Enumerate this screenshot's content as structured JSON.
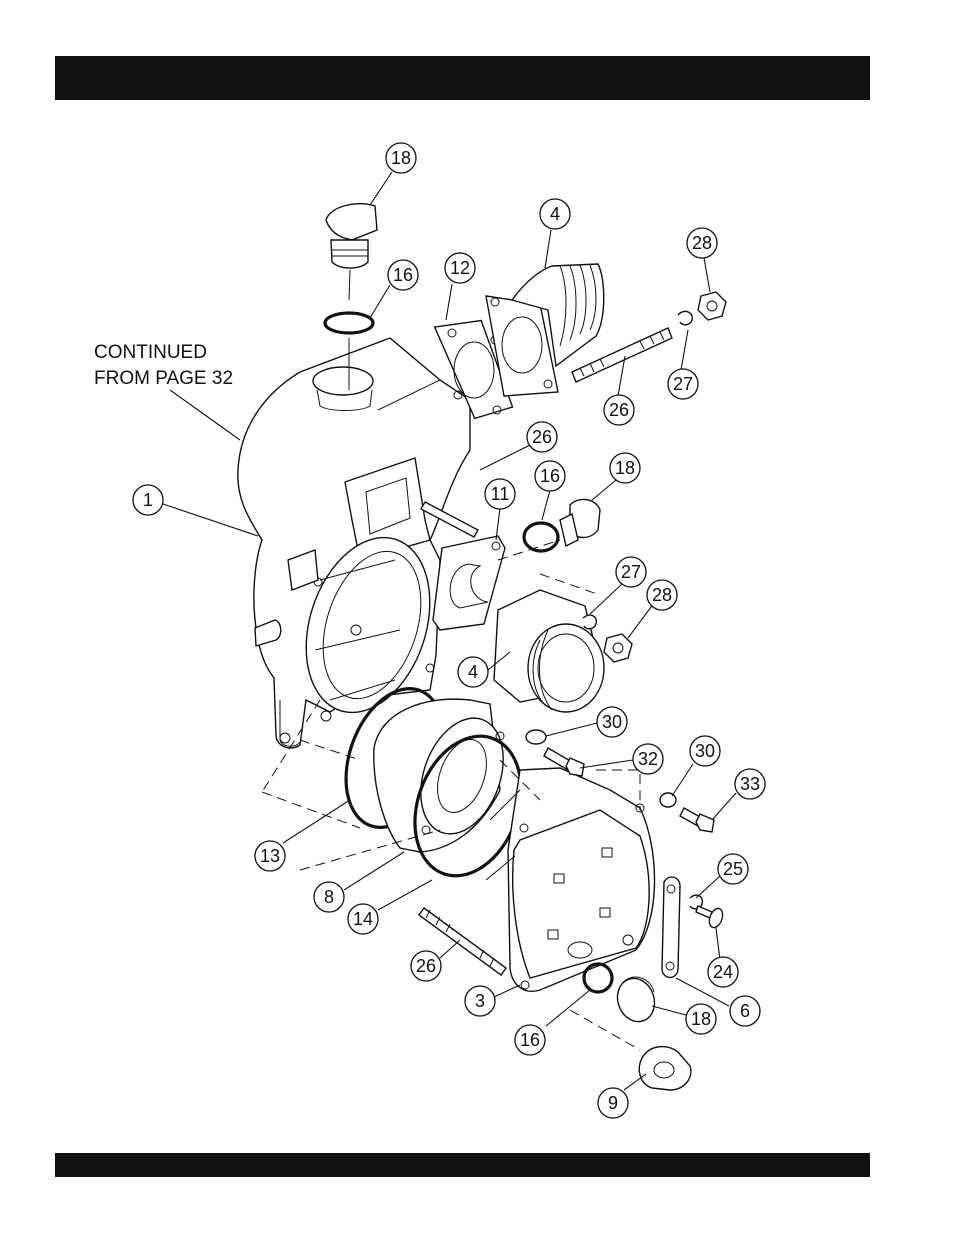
{
  "note": {
    "line1": "CONTINUED",
    "line2": "FROM PAGE 32"
  },
  "callouts": [
    {
      "id": "c1",
      "label": "18"
    },
    {
      "id": "c2",
      "label": "4"
    },
    {
      "id": "c3",
      "label": "28"
    },
    {
      "id": "c4",
      "label": "12"
    },
    {
      "id": "c5",
      "label": "16"
    },
    {
      "id": "c6",
      "label": "27"
    },
    {
      "id": "c7",
      "label": "26"
    },
    {
      "id": "c8",
      "label": "26"
    },
    {
      "id": "c9",
      "label": "1"
    },
    {
      "id": "c10",
      "label": "16"
    },
    {
      "id": "c11",
      "label": "18"
    },
    {
      "id": "c12",
      "label": "11"
    },
    {
      "id": "c13",
      "label": "27"
    },
    {
      "id": "c14",
      "label": "28"
    },
    {
      "id": "c15",
      "label": "4"
    },
    {
      "id": "c16",
      "label": "30"
    },
    {
      "id": "c17",
      "label": "32"
    },
    {
      "id": "c18",
      "label": "30"
    },
    {
      "id": "c19",
      "label": "33"
    },
    {
      "id": "c20",
      "label": "25"
    },
    {
      "id": "c21",
      "label": "13"
    },
    {
      "id": "c22",
      "label": "8"
    },
    {
      "id": "c23",
      "label": "14"
    },
    {
      "id": "c24",
      "label": "24"
    },
    {
      "id": "c25",
      "label": "26"
    },
    {
      "id": "c26",
      "label": "3"
    },
    {
      "id": "c27",
      "label": "6"
    },
    {
      "id": "c28",
      "label": "18"
    },
    {
      "id": "c29",
      "label": "16"
    },
    {
      "id": "c30",
      "label": "9"
    }
  ]
}
